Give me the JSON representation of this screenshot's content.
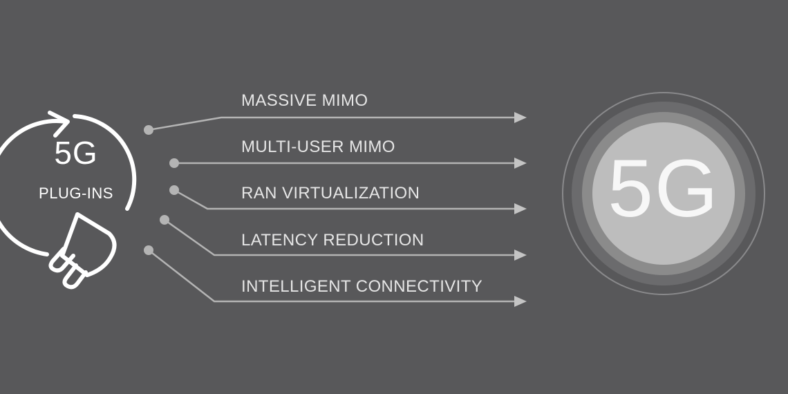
{
  "plugin_badge": {
    "title": "5G",
    "subtitle": "PLUG-INS"
  },
  "features": [
    "MASSIVE MIMO",
    "MULTI-USER MIMO",
    "RAN VIRTUALIZATION",
    "LATENCY REDUCTION",
    "INTELLIGENT CONNECTIVITY"
  ],
  "target": {
    "label": "5G"
  },
  "colors": {
    "background": "#58585a",
    "lines": "#b4b4b4",
    "text": "#e6e6e6",
    "icon": "#ffffff",
    "target_inner": "#bdbdbd",
    "target_ring": "#8b8b8b"
  }
}
